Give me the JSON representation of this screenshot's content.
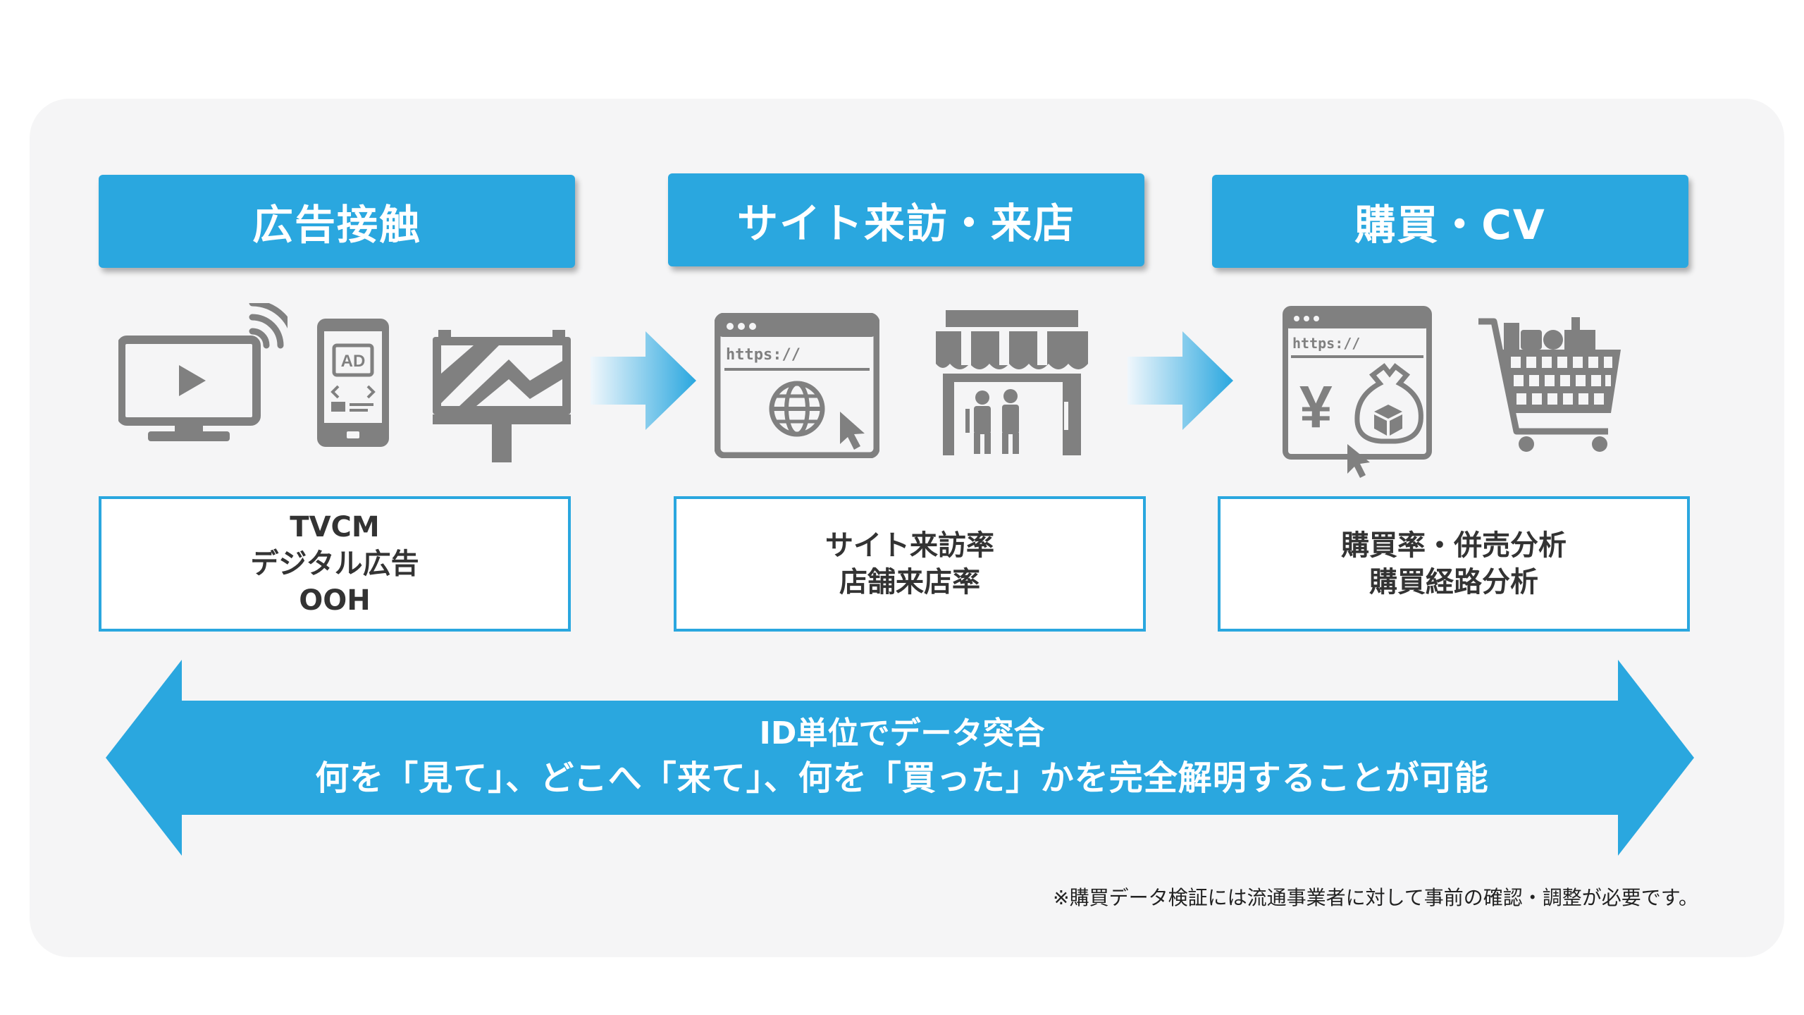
{
  "stages": [
    {
      "title": "広告接触",
      "lines": [
        "TVCM",
        "デジタル広告",
        "OOH"
      ]
    },
    {
      "title": "サイト来訪・来店",
      "lines": [
        "サイト来訪率",
        "店舗来店率"
      ]
    },
    {
      "title": "購買・CV",
      "lines": [
        "購買率・併売分析",
        "購買経路分析"
      ]
    }
  ],
  "icons": {
    "ad_label": "AD",
    "url_text": "https://",
    "url_text2": "https://",
    "yen": "¥"
  },
  "banner": {
    "line1": "ID単位でデータ突合",
    "line2": "何を「見て」、どこへ「来て」、何を「買った」かを完全解明することが可能"
  },
  "footnote": "※購買データ検証には流通事業者に対して事前の確認・調整が必要です。",
  "colors": {
    "accent": "#2aa7df",
    "icon_gray": "#808080",
    "panel": "#f5f5f6"
  }
}
